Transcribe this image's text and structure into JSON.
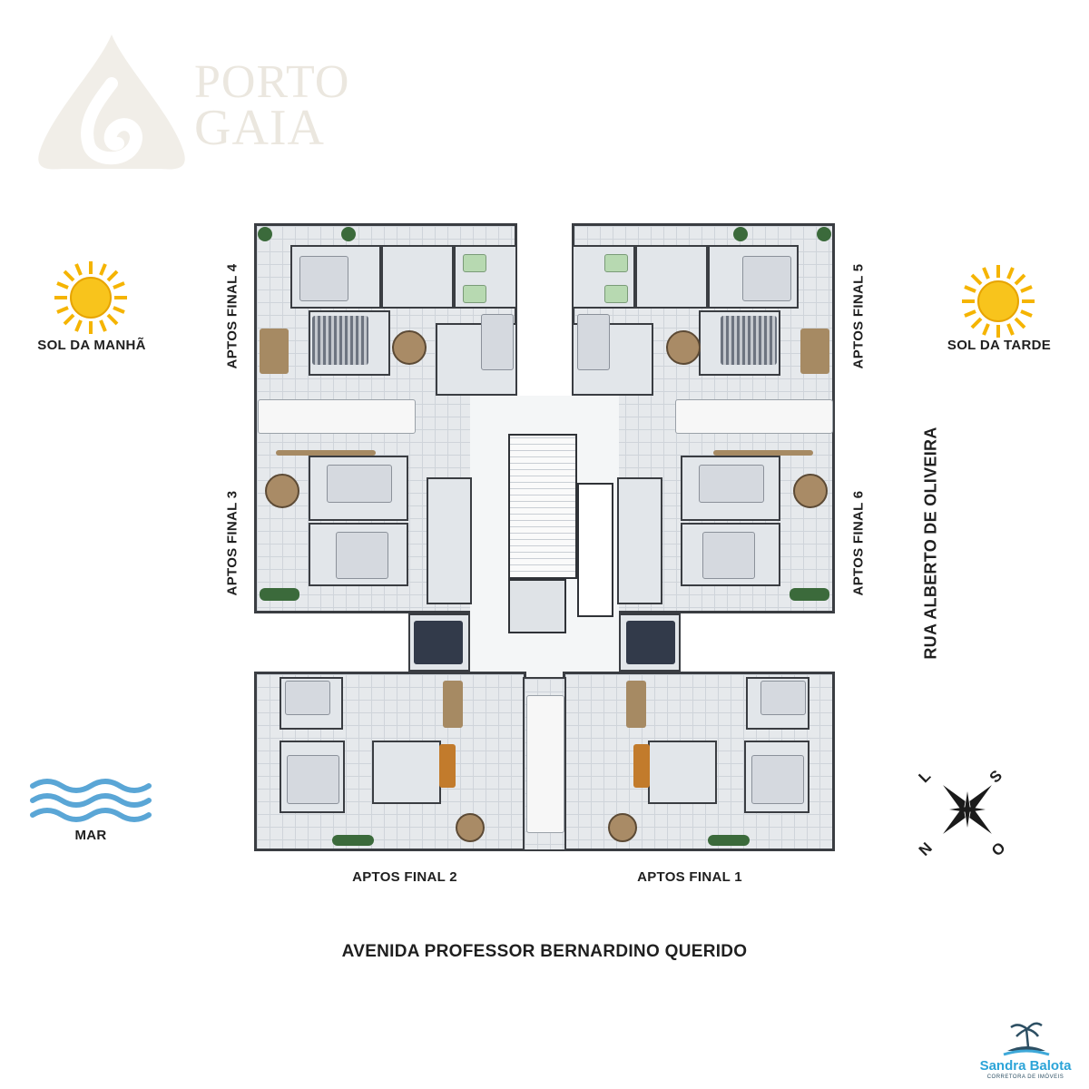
{
  "logo": {
    "line1": "PORTO",
    "line2": "GAIA"
  },
  "sun_morning": {
    "label": "SOL DA MANHÃ",
    "color": "#f5b400"
  },
  "sun_afternoon": {
    "label": "SOL DA TARDE",
    "color": "#f5b400"
  },
  "sea": {
    "label": "MAR",
    "color": "#5aa6d6"
  },
  "units": {
    "final1": "APTOS FINAL 1",
    "final2": "APTOS FINAL 2",
    "final3": "APTOS FINAL 3",
    "final4": "APTOS FINAL 4",
    "final5": "APTOS FINAL 5",
    "final6": "APTOS FINAL 6"
  },
  "streets": {
    "side": "RUA ALBERTO DE OLIVEIRA",
    "bottom": "AVENIDA PROFESSOR BERNARDINO QUERIDO"
  },
  "compass": {
    "n": "N",
    "s": "S",
    "l": "L",
    "o": "O"
  },
  "agency": {
    "name": "Sandra Balota",
    "tagline": "CORRETORA DE IMÓVEIS"
  }
}
